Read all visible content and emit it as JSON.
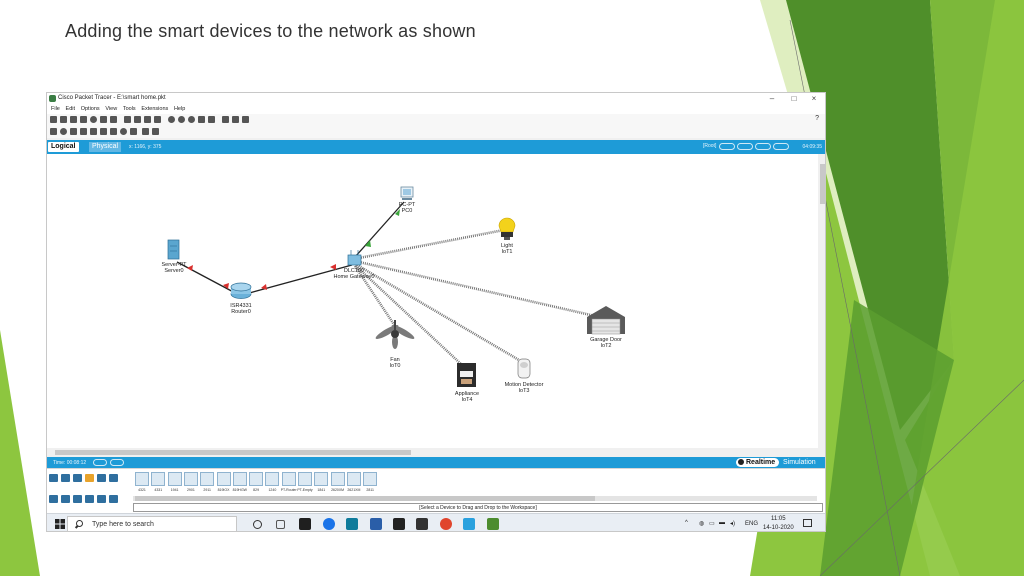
{
  "slide": {
    "title": "Adding the smart devices to the network as shown",
    "accent_colors": [
      "#8dc63f",
      "#5a9e2f",
      "#3f7a22",
      "#c5e08d"
    ]
  },
  "window": {
    "title": "Cisco Packet Tracer - E:\\smart home.pkt",
    "controls": [
      "–",
      "□",
      "×"
    ],
    "menu": [
      "File",
      "Edit",
      "Options",
      "View",
      "Tools",
      "Extensions",
      "Help"
    ],
    "help_label": "?"
  },
  "mode_bar": {
    "logical_label": "Logical",
    "physical_label": "Physical",
    "coords": "x: 1166, y: 375",
    "root_label": "[Root]",
    "clock": "04:09:35",
    "color": "#1e9bd7"
  },
  "topology": {
    "devices": [
      {
        "name": "server",
        "type": "Server-PT",
        "label": "Server0",
        "icon": "server-icon"
      },
      {
        "name": "router",
        "type": "ISR4331",
        "label": "Router0",
        "icon": "router-icon"
      },
      {
        "name": "gateway",
        "type": "DLC100",
        "label": "Home Gateway0",
        "icon": "home-gateway-icon"
      },
      {
        "name": "pc",
        "type": "PC-PT",
        "label": "PC0",
        "icon": "pc-icon"
      },
      {
        "name": "light",
        "type": "Light",
        "label": "IoT1",
        "icon": "light-icon"
      },
      {
        "name": "garage-door",
        "type": "Garage Door",
        "label": "IoT2",
        "icon": "garage-door-icon"
      },
      {
        "name": "motion-detector",
        "type": "Motion Detector",
        "label": "IoT3",
        "icon": "motion-detector-icon"
      },
      {
        "name": "appliance",
        "type": "Appliance",
        "label": "IoT4",
        "icon": "appliance-icon"
      },
      {
        "name": "fan",
        "type": "Fan",
        "label": "IoT0",
        "icon": "fan-icon"
      }
    ],
    "link_colors": {
      "wired": "#222222",
      "wireless": "#777777",
      "down": "#d9302e",
      "up": "#3aa53a"
    }
  },
  "time_bar": {
    "time": "Time: 00:08:12",
    "realtime_label": "Realtime",
    "simulation_label": "Simulation"
  },
  "device_panel": {
    "tiles": [
      "4321",
      "4331",
      "1941",
      "2901",
      "2911",
      "819IOX",
      "819HGW",
      "829",
      "1240",
      "PT-Router",
      "PT-Empty",
      "1841",
      "2620XM",
      "2621XM",
      "2811"
    ],
    "hint": "[Select a Device to Drag and Drop to the Workspace]"
  },
  "taskbar": {
    "search_placeholder": "Type here to search",
    "lang": "ENG",
    "time": "11:05",
    "date": "14-10-2020",
    "app_colors": [
      "#333333",
      "#555555",
      "#1f1f1f",
      "#1a73e8",
      "#0f7b9b",
      "#2a5ea8",
      "#222222",
      "#333333",
      "#e0452d",
      "#2aa1de",
      "#4c8c2f"
    ]
  }
}
